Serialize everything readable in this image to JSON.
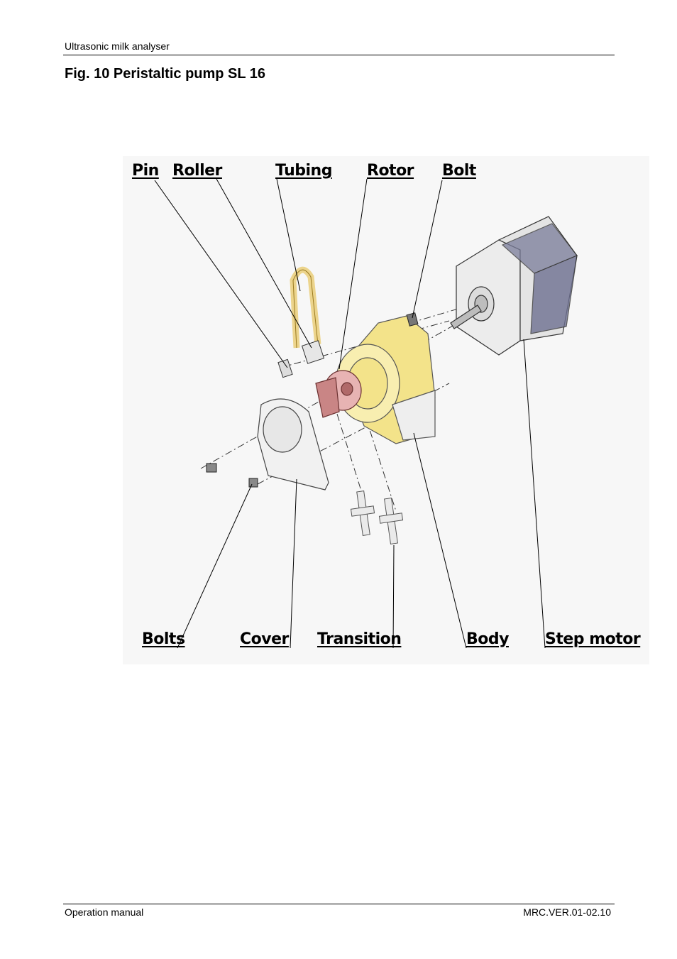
{
  "header": {
    "text": "Ultrasonic milk analyser"
  },
  "figure": {
    "title": "Fig. 10 Peristaltic pump SL 16",
    "labels": {
      "pin": "Pin",
      "roller": "Roller",
      "tubing": "Tubing",
      "rotor": "Rotor",
      "bolt": "Bolt",
      "bolts": "Bolts",
      "cover": "Cover",
      "transition": "Transition",
      "body": "Body",
      "step_motor": "Step motor"
    }
  },
  "footer": {
    "left": "Operation manual",
    "right": "MRC.VER.01-02.10"
  }
}
